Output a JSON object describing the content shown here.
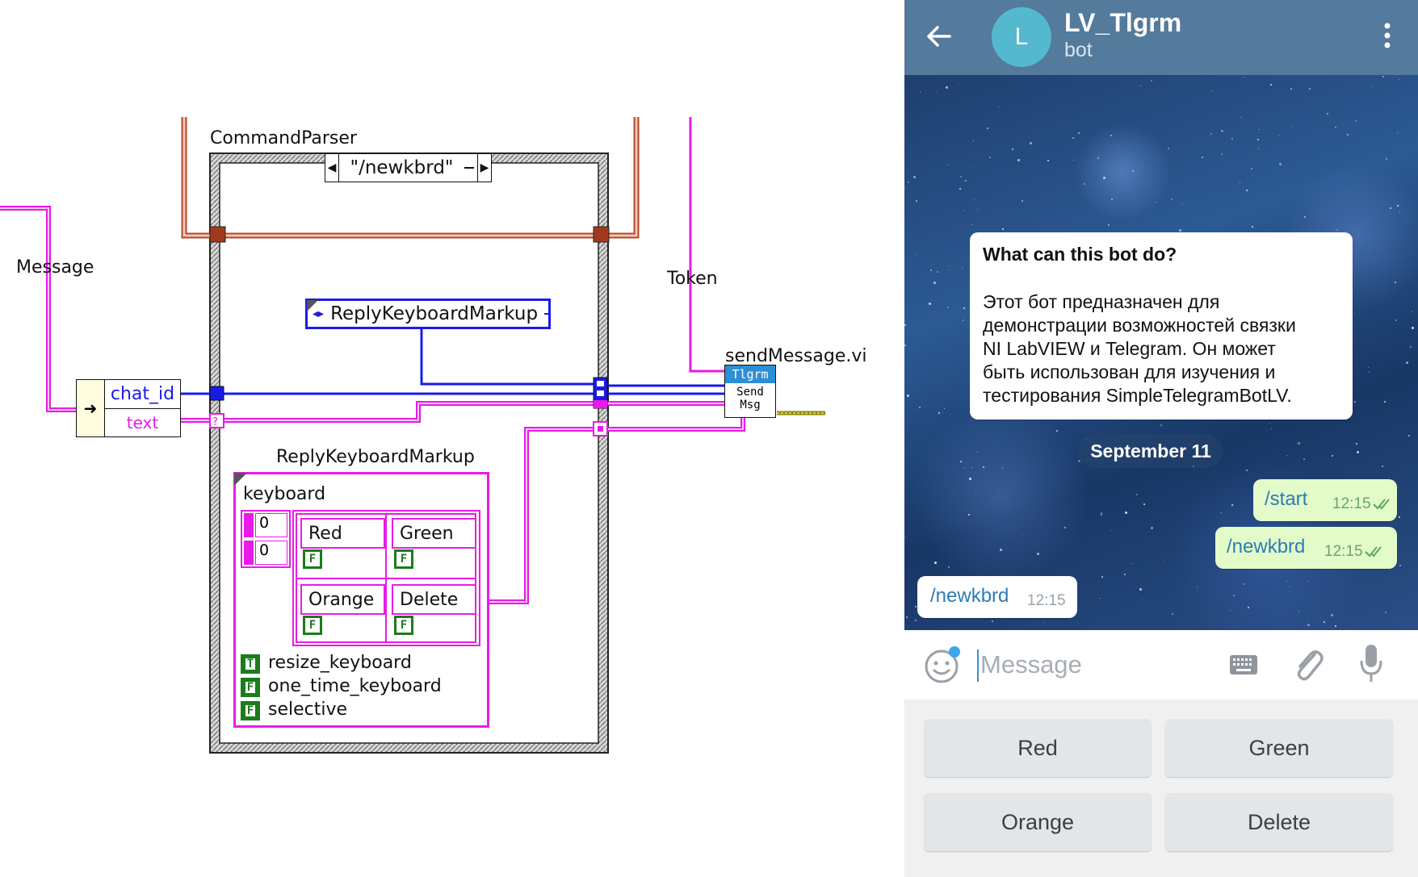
{
  "diagram": {
    "command_parser_label": "CommandParser",
    "case_selector_value": "\"/newkbrd\"",
    "message_label": "Message",
    "token_label": "Token",
    "send_message_label": "sendMessage.vi",
    "subvi_top": "Tlgrm",
    "subvi_line1": "Send",
    "subvi_line2": "Msg",
    "reply_const_label": "ReplyKeyboardMarkup",
    "unbundle_field1": "chat_id",
    "unbundle_field2": "text",
    "cluster_label": "ReplyKeyboardMarkup",
    "keyboard_label": "keyboard",
    "index_row": "0",
    "index_col": "0",
    "buttons": [
      {
        "text": "Red",
        "flag": "F"
      },
      {
        "text": "Green",
        "flag": "F"
      },
      {
        "text": "Orange",
        "flag": "F"
      },
      {
        "text": "Delete",
        "flag": "F"
      }
    ],
    "options": [
      {
        "flag": "T",
        "name": "resize_keyboard"
      },
      {
        "flag": "F",
        "name": "one_time_keyboard"
      },
      {
        "flag": "F",
        "name": "selective"
      }
    ],
    "wire_colors": {
      "string": "#e81be8",
      "numeric": "#1a1ae8",
      "case": "#b5482a",
      "boolean": "#1a7d1a"
    }
  },
  "telegram": {
    "avatar_letter": "L",
    "bot_name": "LV_Tlgrm",
    "bot_subtitle": "bot",
    "header_color": "#547a9c",
    "avatar_color": "#54b9ce",
    "info_title": "What can this bot do?",
    "info_lines": [
      "Этот бот предназначен для",
      "демонстрации возможностей связки",
      "NI LabVIEW и Telegram. Он может",
      "быть использован для изучения и",
      "тестирования SimpleTelegramBotLV."
    ],
    "date_badge": "September 11",
    "messages": [
      {
        "text": "/start",
        "time": "12:15",
        "dir": "out"
      },
      {
        "text": "/newkbrd",
        "time": "12:15",
        "dir": "out"
      },
      {
        "text": "/newkbrd",
        "time": "12:15",
        "dir": "in"
      }
    ],
    "input_placeholder": "Message",
    "keyboard": [
      "Red",
      "Green",
      "Orange",
      "Delete"
    ],
    "icons": [
      "back-arrow-icon",
      "menu-dots-icon",
      "emoji-icon",
      "keyboard-icon",
      "attach-icon",
      "mic-icon",
      "double-check-icon"
    ]
  }
}
